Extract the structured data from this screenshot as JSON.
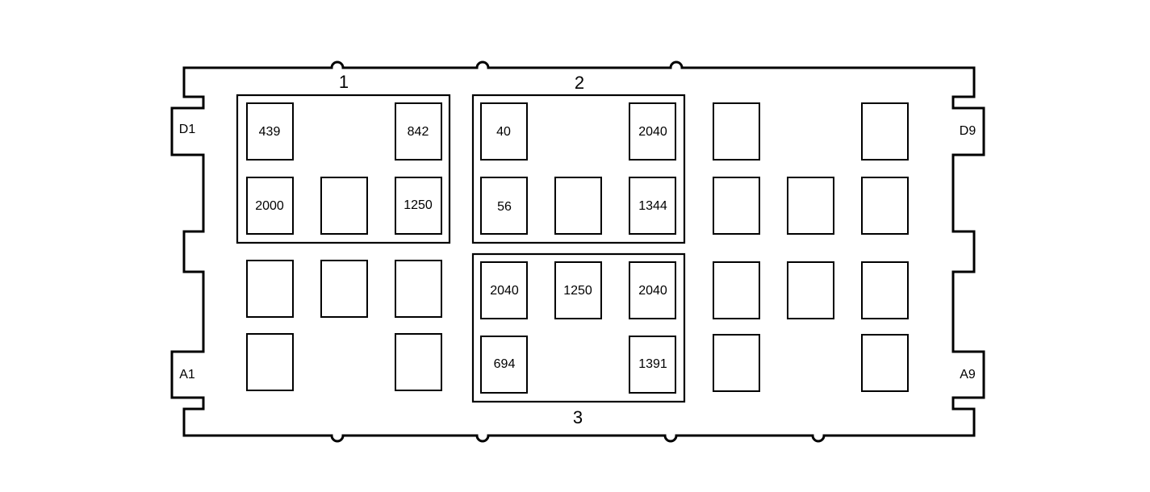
{
  "connector": {
    "pin_labels": {
      "top_left": "D1",
      "bottom_left": "A1",
      "top_right": "D9",
      "bottom_right": "A9"
    },
    "groups": [
      {
        "id": "g1",
        "label": "1"
      },
      {
        "id": "g2",
        "label": "2"
      },
      {
        "id": "g3",
        "label": "3"
      }
    ],
    "cavities": [
      {
        "id": "c-r1-1",
        "value": "439"
      },
      {
        "id": "c-r1-3",
        "value": "842"
      },
      {
        "id": "c-r1-4",
        "value": "40"
      },
      {
        "id": "c-r1-6",
        "value": "2040"
      },
      {
        "id": "c-r1-7",
        "value": ""
      },
      {
        "id": "c-r1-9",
        "value": ""
      },
      {
        "id": "c-r2-1",
        "value": "2000"
      },
      {
        "id": "c-r2-2",
        "value": ""
      },
      {
        "id": "c-r2-3",
        "value": "1250"
      },
      {
        "id": "c-r2-4",
        "value": "56"
      },
      {
        "id": "c-r2-5",
        "value": ""
      },
      {
        "id": "c-r2-6",
        "value": "1344"
      },
      {
        "id": "c-r2-7",
        "value": ""
      },
      {
        "id": "c-r2-8",
        "value": ""
      },
      {
        "id": "c-r2-9",
        "value": ""
      },
      {
        "id": "c-r3-1",
        "value": ""
      },
      {
        "id": "c-r3-2",
        "value": ""
      },
      {
        "id": "c-r3-3",
        "value": ""
      },
      {
        "id": "c-r3-4",
        "value": "2040"
      },
      {
        "id": "c-r3-5",
        "value": "1250"
      },
      {
        "id": "c-r3-6",
        "value": "2040"
      },
      {
        "id": "c-r3-7",
        "value": ""
      },
      {
        "id": "c-r3-8",
        "value": ""
      },
      {
        "id": "c-r3-9",
        "value": ""
      },
      {
        "id": "c-r4-1",
        "value": ""
      },
      {
        "id": "c-r4-3",
        "value": ""
      },
      {
        "id": "c-r4-4",
        "value": "694"
      },
      {
        "id": "c-r4-6",
        "value": "1391"
      },
      {
        "id": "c-r4-7",
        "value": ""
      },
      {
        "id": "c-r4-9",
        "value": ""
      }
    ]
  }
}
